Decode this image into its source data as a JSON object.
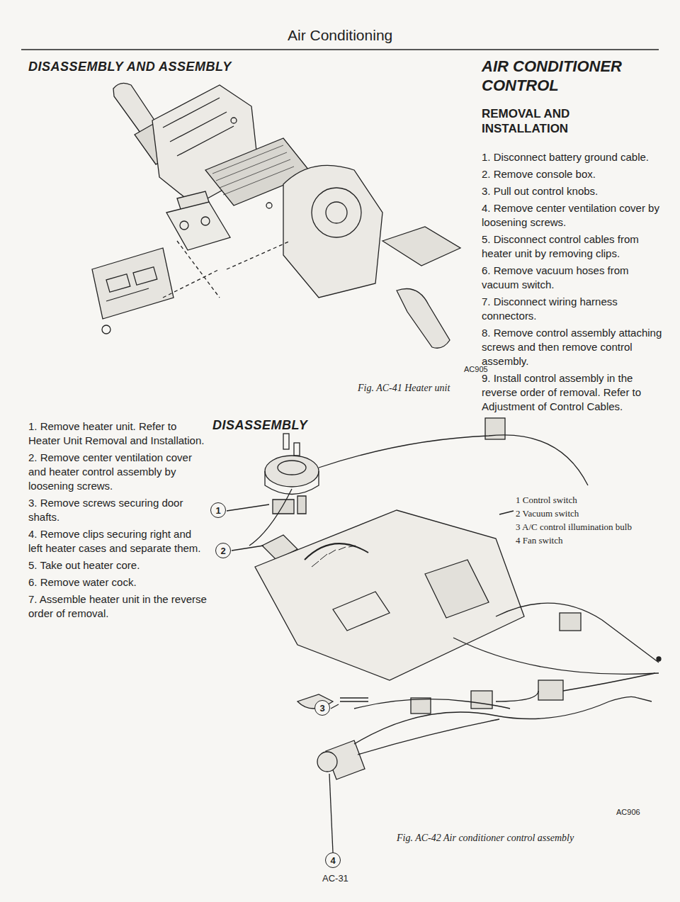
{
  "diagram": {
    "title": "Air Conditioning",
    "nodes": [
      {
        "text": [
          "1"
        ]
      },
      {
        "text": [
          "2"
        ]
      },
      {
        "text": [
          "3"
        ]
      },
      {
        "text": [
          "4"
        ]
      }
    ],
    "labels": [
      "DISASSEMBLY AND ASSEMBLY",
      "AC905",
      "Fig. AC-41 Heater unit",
      "1. Remove heater unit. Refer to Heater Unit Removal and Installation.",
      "2. Remove center ventilation cover and heater control assembly by loosening screws.",
      "3. Remove screws securing door shafts.",
      "4. Remove clips securing right and left heater cases and separate them.",
      "5. Take out heater core.",
      "6. Remove water cock.",
      "7. Assemble heater unit in the reverse order of removal.",
      "AIR CONDITIONER CONTROL",
      "REMOVAL AND INSTALLATION",
      "1. Disconnect battery ground cable.",
      "2. Remove console box.",
      "3. Pull out control knobs.",
      "4. Remove center ventilation cover by loosening screws.",
      "5. Disconnect control cables from heater unit by removing clips.",
      "6. Remove vacuum hoses from vacuum switch.",
      "7. Disconnect wiring harness connectors.",
      "8. Remove control assembly attaching screws and then remove control assembly.",
      "9. Install control assembly in the reverse order of removal. Refer to Adjustment of Control Cables.",
      "DISASSEMBLY",
      "1 Control switch",
      "2 Vacuum switch",
      "3 A/C control illumination bulb",
      "4 Fan switch",
      "AC906",
      "Fig. AC-42 Air conditioner control assembly",
      "AC-31"
    ]
  }
}
